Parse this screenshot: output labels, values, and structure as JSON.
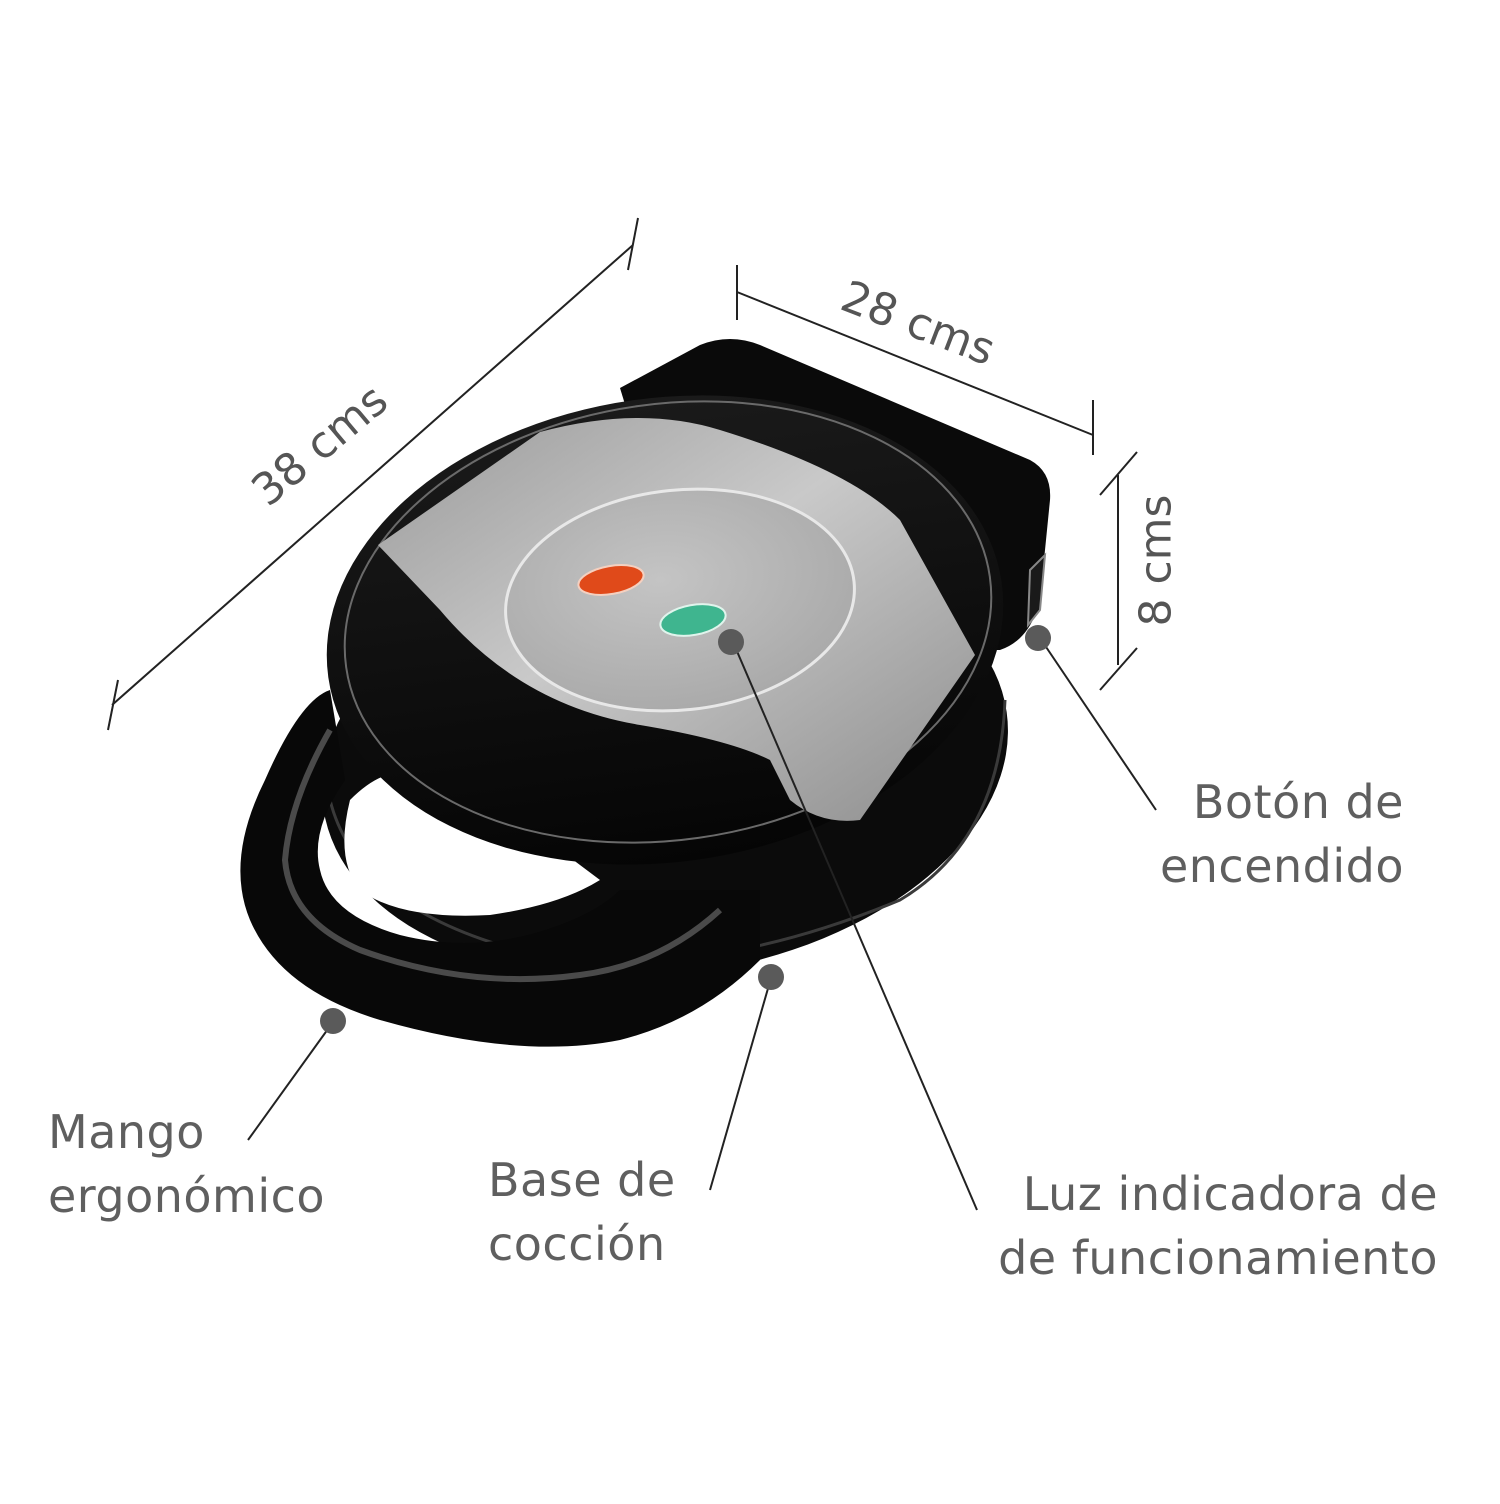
{
  "dimensions": {
    "length": "38 cms",
    "width": "28 cms",
    "height": "8 cms"
  },
  "callouts": {
    "power_button": {
      "line1": "Botón de",
      "line2": "encendido"
    },
    "handle": {
      "line1": "Mango",
      "line2": "ergonómico"
    },
    "cooking_base": {
      "line1": "Base de",
      "line2": "cocción"
    },
    "indicator_light": {
      "line1": "Luz indicadora de",
      "line2": "de funcionamiento"
    }
  },
  "colors": {
    "background": "#ffffff",
    "body": "#0d0d0d",
    "steel_plate": "#b5b5b5",
    "red_light": "#e04a1a",
    "green_light": "#3fb58f",
    "text": "#5f5f5f",
    "callout_dot": "#5a5a5a",
    "lines": "#222222"
  }
}
